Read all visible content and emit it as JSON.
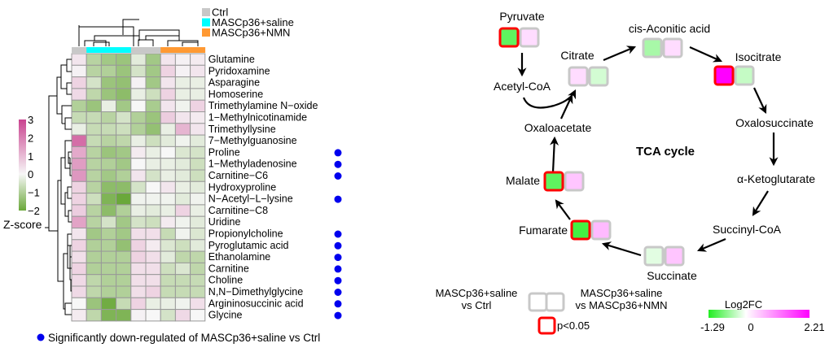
{
  "chart_data": [
    {
      "type": "heatmap",
      "title": "",
      "column_groups": [
        "Ctrl",
        "MASCp36+saline",
        "MASCp36+saline",
        "MASCp36+saline",
        "Ctrl",
        "Ctrl",
        "MASCp36+NMN",
        "MASCp36+NMN",
        "MASCp36+NMN"
      ],
      "legend": [
        {
          "label": "Ctrl",
          "color": "#c8c8c8"
        },
        {
          "label": "MASCp36+saline",
          "color": "#00ffff"
        },
        {
          "label": "MASCp36+NMN",
          "color": "#ff9933"
        }
      ],
      "colorbar": {
        "title": "Z-score",
        "ticks": [
          "3",
          "2",
          "1",
          "0",
          "−1",
          "−2"
        ],
        "range": [
          -2,
          3
        ],
        "low_color": "#6aa83a",
        "mid_color": "#f7f7f7",
        "high_color": "#c9438f"
      },
      "rows": [
        {
          "name": "Glutamine",
          "sig": false,
          "values": [
            0.3,
            -0.9,
            -1.2,
            -1.3,
            -0.3,
            -1.2,
            0.3,
            0.1,
            0.2
          ]
        },
        {
          "name": "Pyridoxamine",
          "sig": false,
          "values": [
            0.1,
            -0.9,
            -1.0,
            -1.3,
            -0.5,
            -1.2,
            0.6,
            0.1,
            0.3
          ]
        },
        {
          "name": "Asparagine",
          "sig": false,
          "values": [
            0.6,
            -0.5,
            -1.3,
            -1.4,
            0.1,
            -1.2,
            0.3,
            -0.2,
            -0.2
          ]
        },
        {
          "name": "Homoserine",
          "sig": false,
          "values": [
            0.5,
            -0.8,
            -1.3,
            -1.5,
            -0.2,
            -0.6,
            0.6,
            -0.2,
            -0.2
          ]
        },
        {
          "name": "Trimethylamine N-oxide",
          "sig": false,
          "values": [
            -1.0,
            -1.3,
            -0.2,
            -1.2,
            0.0,
            -1.1,
            0.3,
            -0.1,
            0.6
          ]
        },
        {
          "name": "1-Methylnicotinamide",
          "sig": false,
          "values": [
            -0.7,
            -0.7,
            -0.9,
            -0.5,
            -1.0,
            -1.3,
            0.7,
            0.3,
            0.2
          ]
        },
        {
          "name": "Trimethyllysine",
          "sig": false,
          "values": [
            -0.2,
            -0.7,
            -0.7,
            -0.6,
            -1.0,
            -1.4,
            -0.2,
            1.1,
            0.3
          ]
        },
        {
          "name": "7-Methylguanosine",
          "sig": false,
          "values": [
            2.3,
            -0.7,
            -0.9,
            -0.8,
            -0.2,
            -0.6,
            -0.3,
            -0.1,
            -0.3
          ]
        },
        {
          "name": "Proline",
          "sig": true,
          "values": [
            1.3,
            -0.9,
            -1.3,
            -1.2,
            0.2,
            -0.2,
            0.0,
            -0.4,
            -0.5
          ]
        },
        {
          "name": "1-Methyladenosine",
          "sig": true,
          "values": [
            1.5,
            -0.9,
            -1.0,
            -1.2,
            0.0,
            -0.2,
            -0.2,
            -0.3,
            -0.6
          ]
        },
        {
          "name": "Carnitine-C6",
          "sig": true,
          "values": [
            1.6,
            -0.9,
            -1.2,
            -1.0,
            0.3,
            -0.5,
            -0.2,
            -0.3,
            -0.6
          ]
        },
        {
          "name": "Hydroxyproline",
          "sig": false,
          "values": [
            0.6,
            -0.9,
            -1.5,
            -1.5,
            -0.5,
            0.0,
            0.3,
            -0.2,
            -0.3
          ]
        },
        {
          "name": "N-Acetyl-L-lysine",
          "sig": true,
          "values": [
            0.6,
            -0.6,
            -1.7,
            -2.0,
            -0.1,
            -0.1,
            -0.1,
            -0.3,
            -0.1
          ]
        },
        {
          "name": "Carnitine-C8",
          "sig": false,
          "values": [
            0.7,
            -0.9,
            -1.5,
            -1.0,
            -0.2,
            -0.3,
            -0.2,
            0.6,
            -0.2
          ]
        },
        {
          "name": "Uridine",
          "sig": false,
          "values": [
            1.4,
            -0.9,
            -0.5,
            -1.2,
            -0.5,
            -0.6,
            0.2,
            -0.1,
            -0.3
          ]
        },
        {
          "name": "Propionylcholine",
          "sig": true,
          "values": [
            0.3,
            -1.2,
            -1.0,
            -1.2,
            0.4,
            0.4,
            -0.7,
            -0.1,
            -0.4
          ]
        },
        {
          "name": "Pyroglutamic acid",
          "sig": true,
          "values": [
            0.6,
            -1.0,
            -1.0,
            -1.4,
            0.6,
            0.2,
            -0.4,
            -0.6,
            -0.3
          ]
        },
        {
          "name": "Ethanolamine",
          "sig": true,
          "values": [
            0.4,
            -1.0,
            -1.0,
            -1.0,
            0.6,
            0.4,
            -0.3,
            -0.8,
            -0.8
          ]
        },
        {
          "name": "Carnitine",
          "sig": true,
          "values": [
            0.6,
            -1.0,
            -1.0,
            -1.0,
            0.4,
            0.4,
            -0.6,
            -0.4,
            -0.8
          ]
        },
        {
          "name": "Choline",
          "sig": true,
          "values": [
            0.5,
            -0.8,
            -1.0,
            -1.0,
            0.4,
            0.4,
            -0.7,
            -0.7,
            -0.7
          ]
        },
        {
          "name": "N,N-Dimethylglycine",
          "sig": true,
          "values": [
            0.5,
            -0.8,
            -1.0,
            -1.0,
            0.4,
            0.6,
            -0.7,
            -0.7,
            -0.7
          ]
        },
        {
          "name": "Argininosuccinic acid",
          "sig": true,
          "values": [
            0.0,
            -1.3,
            -1.9,
            -0.7,
            0.6,
            -0.2,
            -0.2,
            -0.1,
            0.4
          ]
        },
        {
          "name": "Glycine",
          "sig": true,
          "values": [
            0.2,
            -0.8,
            -1.7,
            -1.7,
            0.1,
            0.0,
            -0.5,
            0.5,
            0.0
          ]
        }
      ],
      "sig_note": "Significantly down-regulated of MASCp36+saline vs Ctrl",
      "sig_color": "#0000ee"
    },
    {
      "type": "diagram",
      "title": "TCA cycle",
      "colorbar": {
        "title": "Log2FC",
        "min": -1.29,
        "mid": 0,
        "max": 2.21,
        "tick_labels": [
          "-1.29",
          "0",
          "2.21"
        ],
        "low_color": "#22ee22",
        "high_color": "#ff00ff"
      },
      "nodes": [
        {
          "name": "Pyruvate",
          "has_boxes": true,
          "boxes": [
            {
              "value": -1.1,
              "significant": true
            },
            {
              "value": 0.3,
              "significant": false
            }
          ]
        },
        {
          "name": "Acetyl-CoA",
          "has_boxes": false
        },
        {
          "name": "Citrate",
          "has_boxes": true,
          "boxes": [
            {
              "value": 0.3,
              "significant": false
            },
            {
              "value": -0.3,
              "significant": false
            }
          ]
        },
        {
          "name": "cis-Aconitic acid",
          "has_boxes": true,
          "boxes": [
            {
              "value": -0.6,
              "significant": false
            },
            {
              "value": 0.3,
              "significant": false
            }
          ]
        },
        {
          "name": "Isocitrate",
          "has_boxes": true,
          "boxes": [
            {
              "value": 2.21,
              "significant": true
            },
            {
              "value": -0.4,
              "significant": false
            }
          ]
        },
        {
          "name": "Oxalosuccinate",
          "has_boxes": false
        },
        {
          "name": "α-Ketoglutarate",
          "has_boxes": false
        },
        {
          "name": "Succinyl-CoA",
          "has_boxes": false
        },
        {
          "name": "Succinate",
          "has_boxes": true,
          "boxes": [
            {
              "value": -0.2,
              "significant": false
            },
            {
              "value": 0.5,
              "significant": false
            }
          ]
        },
        {
          "name": "Fumarate",
          "has_boxes": true,
          "boxes": [
            {
              "value": -1.29,
              "significant": true
            },
            {
              "value": 0.6,
              "significant": false
            }
          ]
        },
        {
          "name": "Malate",
          "has_boxes": true,
          "boxes": [
            {
              "value": -1.1,
              "significant": true
            },
            {
              "value": 0.5,
              "significant": false
            }
          ]
        },
        {
          "name": "Oxaloacetate",
          "has_boxes": false
        }
      ],
      "legend": {
        "left_label_line1": "MASCp36+saline",
        "left_label_line2": "vs Ctrl",
        "right_label_line1": "MASCp36+saline",
        "right_label_line2": "vs MASCp36+NMN",
        "sig_label": "p<0.05"
      }
    }
  ]
}
